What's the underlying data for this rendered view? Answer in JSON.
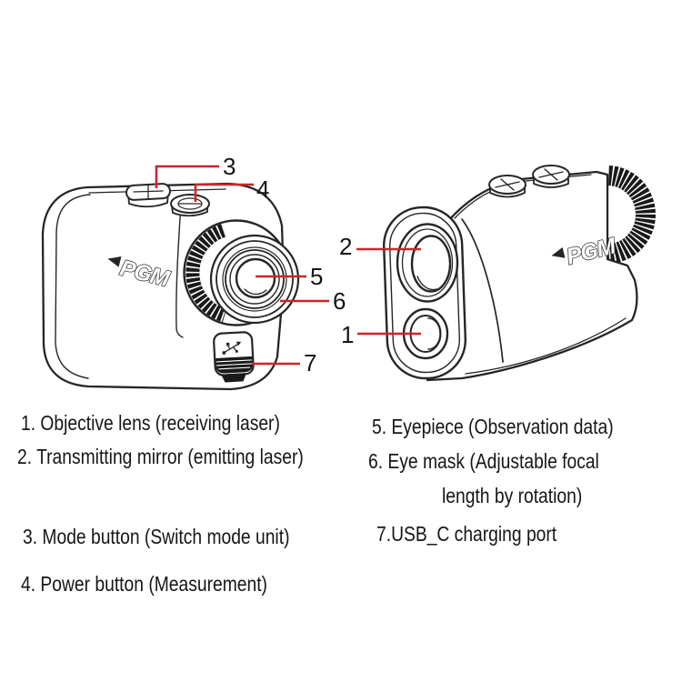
{
  "page": {
    "background": "#ffffff"
  },
  "brand": {
    "logo_text": "PGM"
  },
  "colors": {
    "callout_line": "#cb2627",
    "ink": "#262626",
    "dark_fill": "#191919"
  },
  "callouts": {
    "n1": "1",
    "n2": "2",
    "n3": "3",
    "n4": "4",
    "n5": "5",
    "n6": "6",
    "n7": "7"
  },
  "legend": {
    "item1": "1. Objective lens (receiving laser)",
    "item2": "2. Transmitting mirror (emitting laser)",
    "item3": "3. Mode button (Switch mode unit)",
    "item4": "4. Power button (Measurement)",
    "item5": "5. Eyepiece (Observation data)",
    "item6_line1": "6. Eye mask (Adjustable focal",
    "item6_line2": "length by rotation)",
    "item7": "7.USB_C charging port"
  }
}
